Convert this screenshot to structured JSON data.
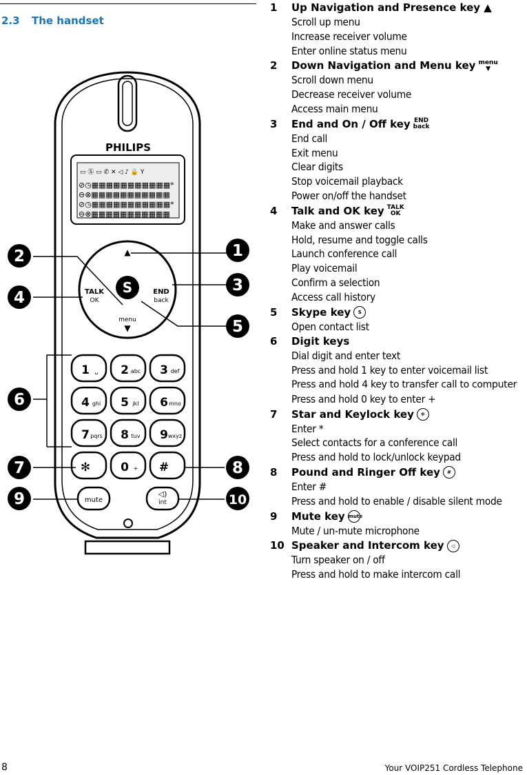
{
  "section": {
    "number": "2.3",
    "title": "The handset"
  },
  "phone": {
    "brand": "PHILIPS",
    "keypad": [
      {
        "digit": "1",
        "letters": "␣"
      },
      {
        "digit": "2",
        "letters": "abc"
      },
      {
        "digit": "3",
        "letters": "def"
      },
      {
        "digit": "4",
        "letters": "ghi"
      },
      {
        "digit": "5",
        "letters": "jkl"
      },
      {
        "digit": "6",
        "letters": "mno"
      },
      {
        "digit": "7",
        "letters": "pqrs"
      },
      {
        "digit": "8",
        "letters": "tuv"
      },
      {
        "digit": "9",
        "letters": "wxyz"
      },
      {
        "digit": "✻",
        "letters": ""
      },
      {
        "digit": "0",
        "letters": "+"
      },
      {
        "digit": "#",
        "letters": ""
      }
    ],
    "nav": {
      "talk": "TALK",
      "ok": "OK",
      "end": "END",
      "back": "back",
      "menu": "menu",
      "skype": "S"
    },
    "mute_label": "mute",
    "int_label": "int",
    "callouts": [
      "1",
      "2",
      "3",
      "4",
      "5",
      "6",
      "7",
      "8",
      "9",
      "10"
    ]
  },
  "keys": [
    {
      "num": "1",
      "title": "Up Navigation and Presence key ▲",
      "icon": "",
      "lines": [
        "Scroll up menu",
        "Increase receiver volume",
        "Enter online status menu"
      ]
    },
    {
      "num": "2",
      "title": "Down Navigation and Menu key",
      "icon": "menu ▼",
      "lines": [
        "Scroll down menu",
        "Decrease receiver volume",
        "Access main menu"
      ]
    },
    {
      "num": "3",
      "title": "End and On / Off key",
      "icon": "END back",
      "lines": [
        "End call",
        "Exit menu",
        "Clear digits",
        "Stop voicemail playback",
        "Power on/off the handset"
      ]
    },
    {
      "num": "4",
      "title": "Talk and OK key",
      "icon": "TALK OK",
      "lines": [
        "Make and answer calls",
        "Hold, resume and toggle calls",
        "Launch conference call",
        "Play voicemail",
        "Confirm a selection",
        "Access call history"
      ]
    },
    {
      "num": "5",
      "title": "Skype key",
      "icon": "skype",
      "lines": [
        "Open contact list"
      ]
    },
    {
      "num": "6",
      "title": "Digit keys",
      "icon": "",
      "lines": [
        "Dial digit and enter text",
        "Press and hold 1 key to enter voicemail list",
        "Press and hold 4 key to transfer call to computer",
        "Press and hold 0 key to enter +"
      ]
    },
    {
      "num": "7",
      "title": "Star and Keylock key",
      "icon": "star",
      "lines": [
        "Enter *",
        "Select contacts for a conference call",
        "Press and hold to lock/unlock keypad"
      ]
    },
    {
      "num": "8",
      "title": "Pound and Ringer Off key",
      "icon": "pound",
      "lines": [
        "Enter #",
        "Press and hold to enable / disable silent mode"
      ]
    },
    {
      "num": "9",
      "title": "Mute key",
      "icon": "mute",
      "lines": [
        "Mute / un-mute microphone"
      ]
    },
    {
      "num": "10",
      "title": "Speaker and Intercom key",
      "icon": "int",
      "lines": [
        "Turn speaker on / off",
        "Press and hold to make intercom call"
      ]
    }
  ],
  "footer": {
    "page": "8",
    "title": "Your VOIP251 Cordless Telephone"
  }
}
